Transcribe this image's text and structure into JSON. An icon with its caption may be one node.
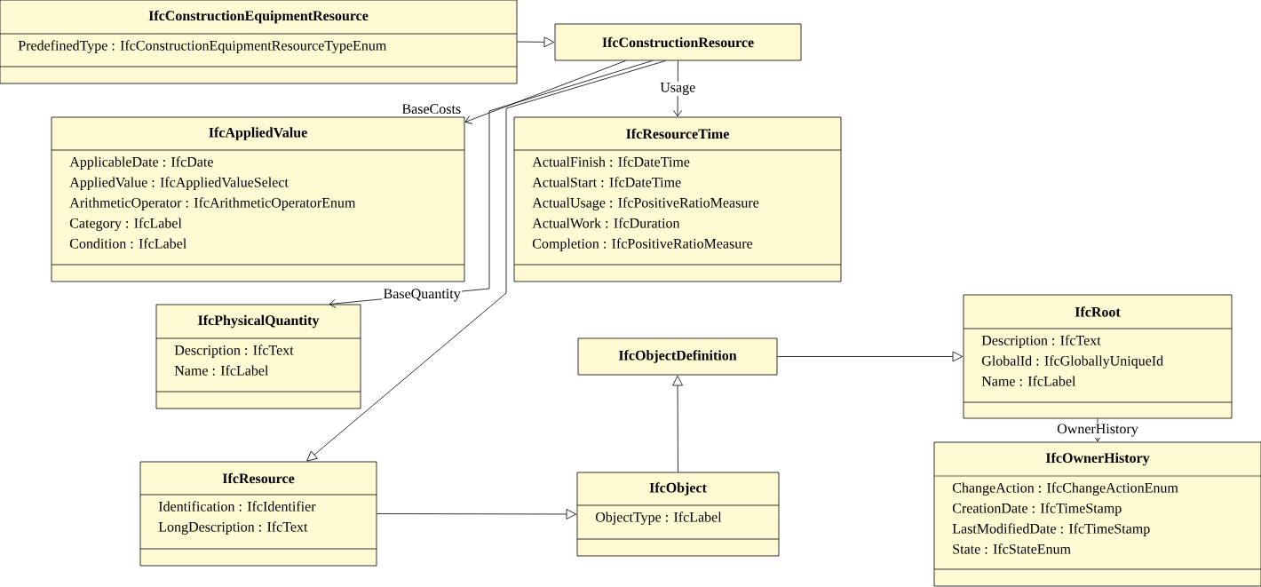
{
  "diagram": {
    "nodes": [
      {
        "text": [
          "IfcConstructionEquipmentResource",
          "PredefinedType : IfcConstructionEquipmentResourceTypeEnum"
        ]
      },
      {
        "text": [
          "IfcConstructionResource"
        ]
      },
      {
        "text": [
          "IfcAppliedValue",
          "ApplicableDate : IfcDate",
          "AppliedValue : IfcAppliedValueSelect",
          "ArithmeticOperator : IfcArithmeticOperatorEnum",
          "Category : IfcLabel",
          "Condition : IfcLabel"
        ]
      },
      {
        "text": [
          "IfcResourceTime",
          "ActualFinish : IfcDateTime",
          "ActualStart : IfcDateTime",
          "ActualUsage : IfcPositiveRatioMeasure",
          "ActualWork : IfcDuration",
          "Completion : IfcPositiveRatioMeasure"
        ]
      },
      {
        "text": [
          "IfcPhysicalQuantity",
          "Description : IfcText",
          "Name : IfcLabel"
        ]
      },
      {
        "text": [
          "IfcObjectDefinition"
        ]
      },
      {
        "text": [
          "IfcRoot",
          "Description : IfcText",
          "GlobalId : IfcGloballyUniqueId",
          "Name : IfcLabel"
        ]
      },
      {
        "text": [
          "IfcResource",
          "Identification : IfcIdentifier",
          "LongDescription : IfcText"
        ]
      },
      {
        "text": [
          "IfcObject",
          "ObjectType : IfcLabel"
        ]
      },
      {
        "text": [
          "IfcOwnerHistory",
          "ChangeAction : IfcChangeActionEnum",
          "CreationDate : IfcTimeStamp",
          "LastModifiedDate : IfcTimeStamp",
          "State : IfcStateEnum"
        ]
      }
    ],
    "edges": [
      {
        "from": 0,
        "to": 1,
        "arrow": "to"
      },
      {
        "from": 1,
        "to": 2,
        "arrow": "to",
        "label": "BaseCosts"
      },
      {
        "from": 1,
        "to": 4,
        "arrow": "to",
        "label": "BaseQuantity"
      },
      {
        "from": 1,
        "to": 3,
        "arrow": "to",
        "label": "Usage"
      },
      {
        "from": 1,
        "to": 7,
        "arrow": "to"
      },
      {
        "from": 7,
        "to": 8,
        "arrow": "to"
      },
      {
        "from": 8,
        "to": 5,
        "arrow": "to"
      },
      {
        "from": 5,
        "to": 6,
        "arrow": "to"
      },
      {
        "from": 6,
        "to": 9,
        "arrow": "to",
        "label": "OwnerHistory"
      }
    ]
  }
}
